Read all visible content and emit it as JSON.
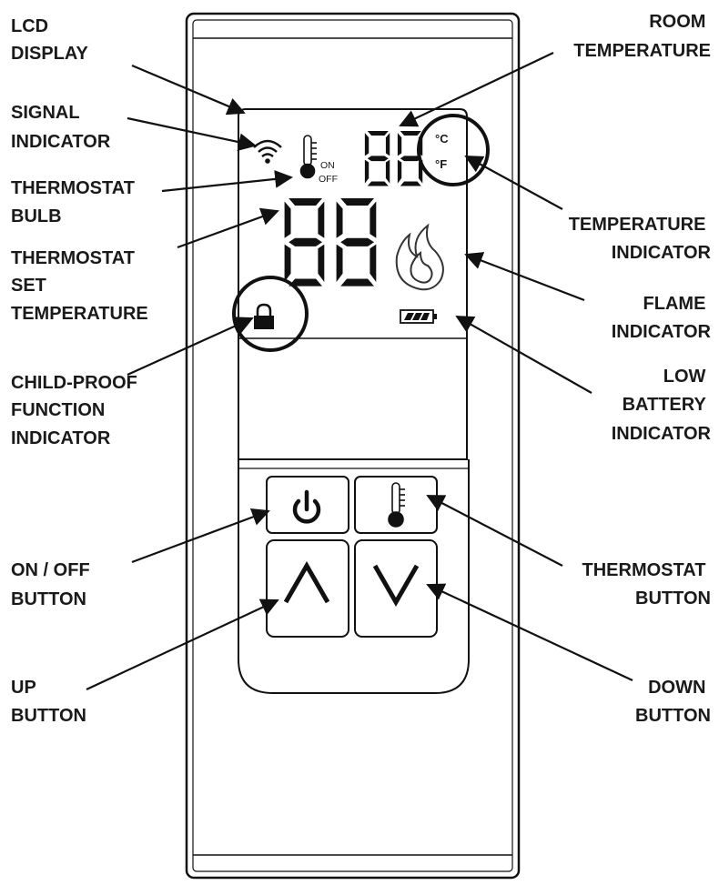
{
  "labels": {
    "lcd_display": [
      "LCD",
      "DISPLAY"
    ],
    "signal_indicator": [
      "SIGNAL",
      "INDICATOR"
    ],
    "thermostat_bulb": [
      "THERMOSTAT",
      "BULB"
    ],
    "thermostat_set_temperature": [
      "THERMOSTAT",
      "SET",
      "TEMPERATURE"
    ],
    "child_proof_indicator": [
      "CHILD-PROOF",
      "FUNCTION",
      "INDICATOR"
    ],
    "on_off_button": [
      "ON / OFF",
      "BUTTON"
    ],
    "up_button": [
      "UP",
      "BUTTON"
    ],
    "room_temperature": [
      "ROOM",
      "TEMPERATURE"
    ],
    "temperature_indicator": [
      "TEMPERATURE",
      "INDICATOR"
    ],
    "flame_indicator": [
      "FLAME",
      "INDICATOR"
    ],
    "low_battery_indicator": [
      "LOW",
      "BATTERY",
      "INDICATOR"
    ],
    "thermostat_button": [
      "THERMOSTAT",
      "BUTTON"
    ],
    "down_button": [
      "DOWN",
      "BUTTON"
    ]
  },
  "lcd": {
    "room_temperature_digits": "88",
    "set_temperature_digits": "88",
    "on_text": "ON",
    "off_text": "OFF",
    "celsius_text": "°C",
    "fahrenheit_text": "°F"
  },
  "icons": {
    "signal": "wifi-signal-icon",
    "thermostat_bulb": "thermometer-icon",
    "flame": "flame-icon",
    "battery": "battery-icon",
    "lock": "lock-icon",
    "power": "power-icon",
    "up": "chevron-up-icon",
    "down": "chevron-down-icon"
  }
}
